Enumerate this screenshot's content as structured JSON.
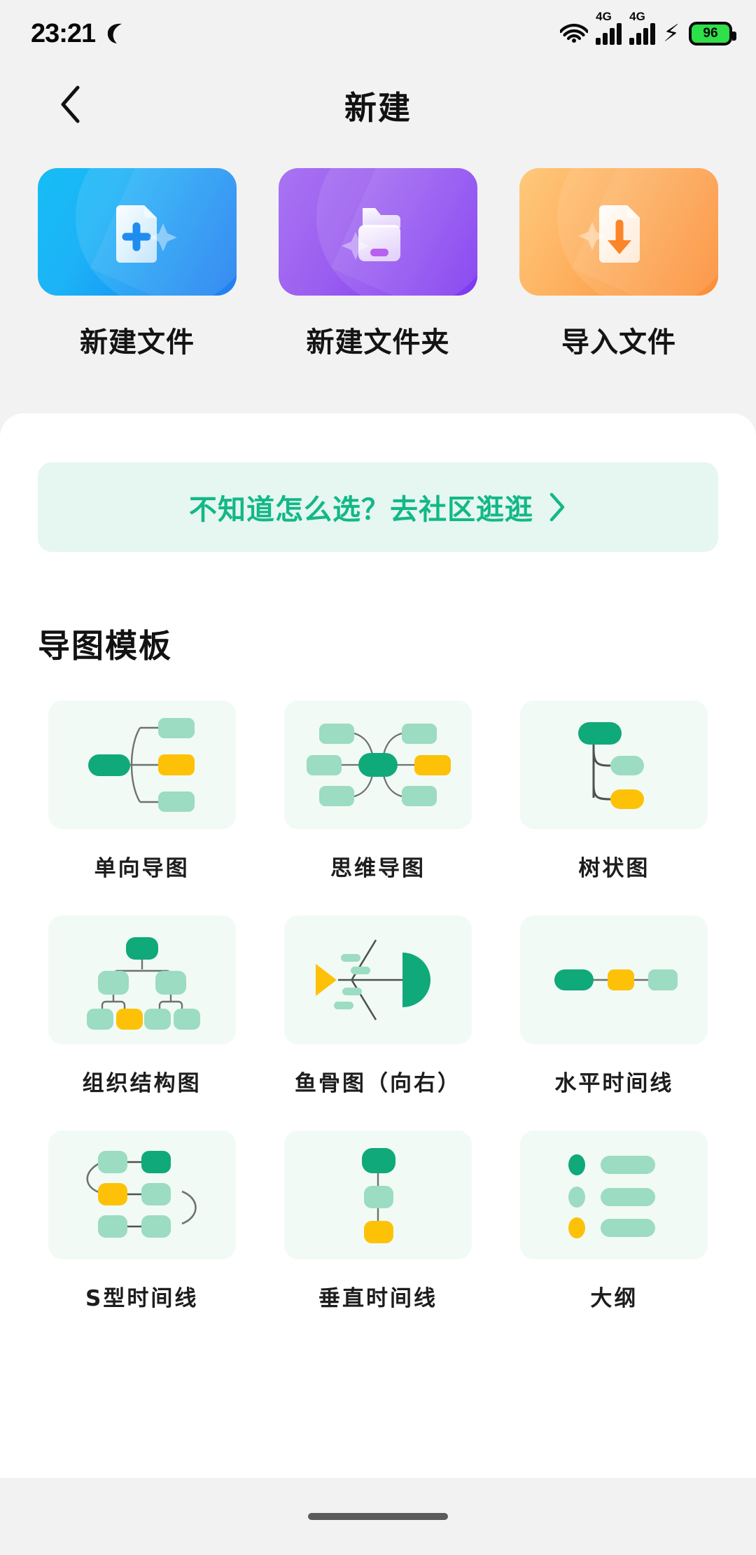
{
  "status_bar": {
    "time": "23:21",
    "dnd_icon": "moon-icon",
    "wifi_icon": "wifi-icon",
    "network_label_1": "4G",
    "network_label_2": "4G",
    "charging_icon": "lightning-bolt-icon",
    "battery_level": "96"
  },
  "nav": {
    "back_icon": "chevron-left-icon",
    "title": "新建"
  },
  "actions": [
    {
      "label": "新建文件",
      "icon": "file-plus-icon",
      "color_start": "#16bdf5",
      "color_end": "#1174f0"
    },
    {
      "label": "新建文件夹",
      "icon": "folder-plus-icon",
      "color_start": "#a974f2",
      "color_end": "#7428ef"
    },
    {
      "label": "导入文件",
      "icon": "file-download-icon",
      "color_start": "#ffc97c",
      "color_end": "#fb8527"
    }
  ],
  "banner": {
    "text": "不知道怎么选？去社区逛逛",
    "chevron_icon": "chevron-right-icon",
    "text_color": "#12b886",
    "background_color": "#e6f6f1"
  },
  "templates_section": {
    "title": "导图模板",
    "items": [
      {
        "label": "单向导图",
        "thumb": "one-way-map-thumb"
      },
      {
        "label": "思维导图",
        "thumb": "mind-map-thumb"
      },
      {
        "label": "树状图",
        "thumb": "tree-diagram-thumb"
      },
      {
        "label": "组织结构图",
        "thumb": "org-chart-thumb"
      },
      {
        "label": "鱼骨图（向右）",
        "thumb": "fishbone-right-thumb"
      },
      {
        "label": "水平时间线",
        "thumb": "horizontal-timeline-thumb"
      },
      {
        "label": "S型时间线",
        "thumb": "s-timeline-thumb"
      },
      {
        "label": "垂直时间线",
        "thumb": "vertical-timeline-thumb"
      },
      {
        "label": "大纲",
        "thumb": "outline-thumb"
      }
    ]
  },
  "theme": {
    "node_green": "#10a97a",
    "node_light_green": "#9bdcc3",
    "node_yellow": "#fdc207",
    "thumb_background": "#f2faf6",
    "line_color": "#6d7470",
    "page_background": "#f2f2f2",
    "sheet_background": "#ffffff"
  }
}
